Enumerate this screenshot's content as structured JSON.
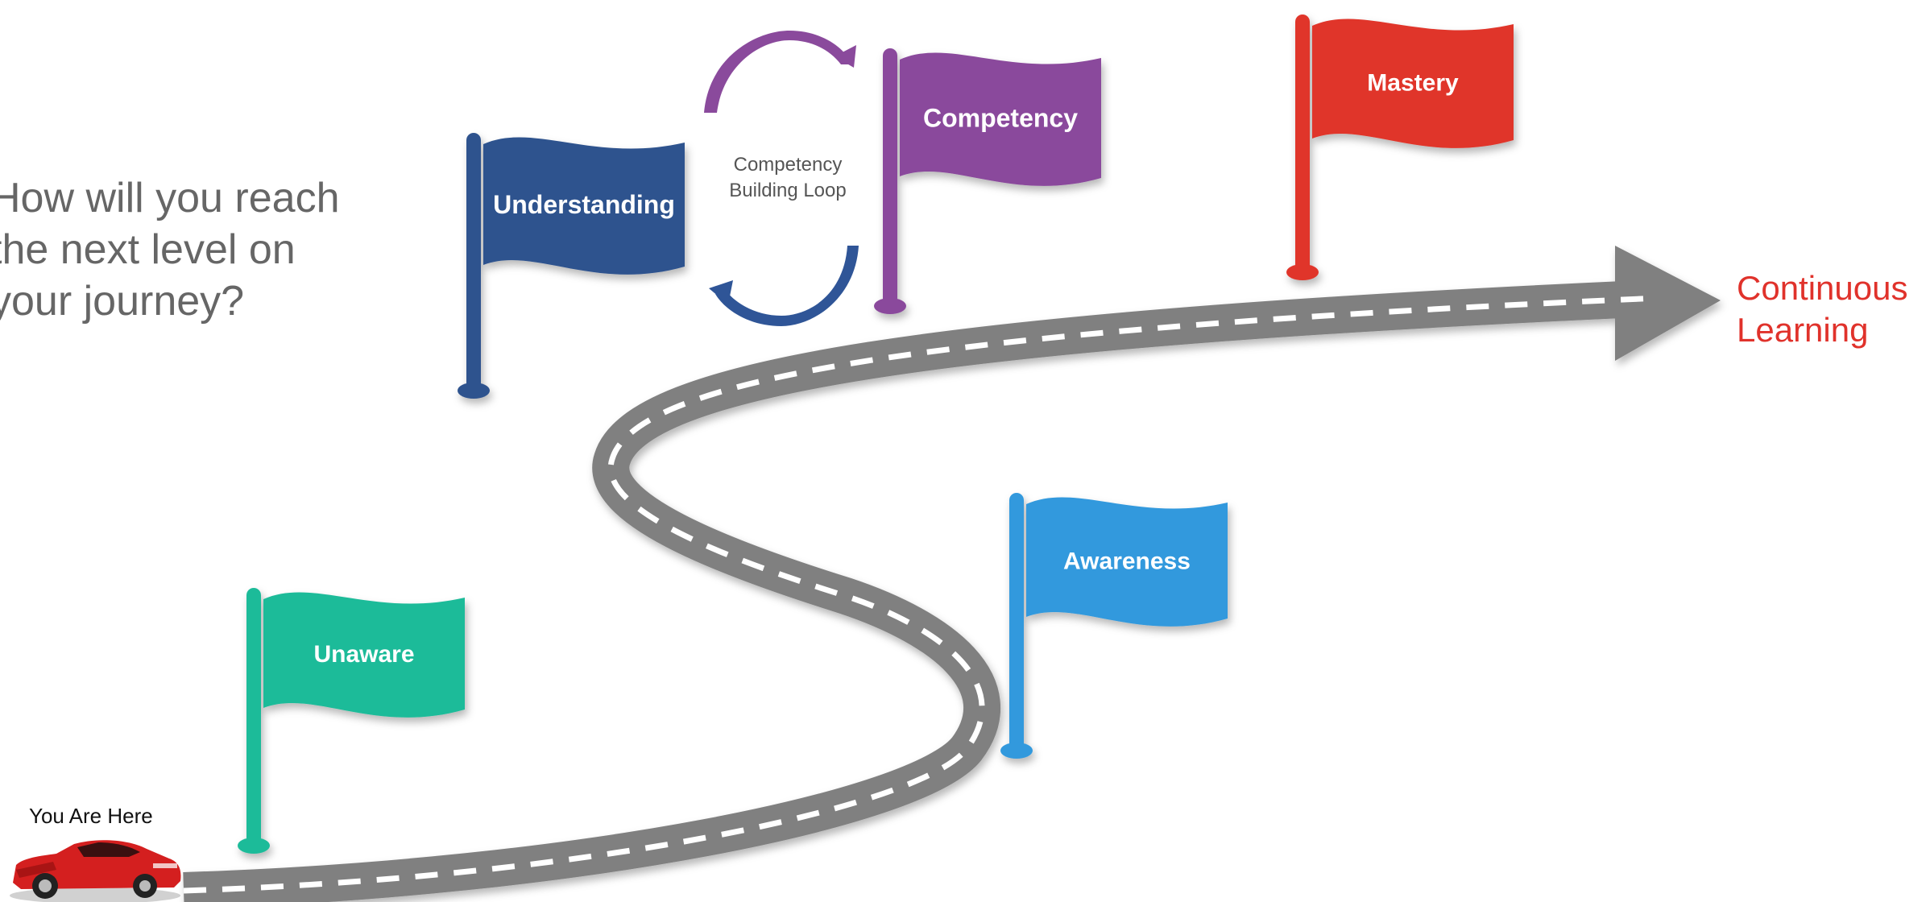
{
  "question": "How will you reach\nthe next level on\nyour journey?",
  "marker": {
    "label": "You Are Here"
  },
  "destination": {
    "label": "Continuous\nLearning",
    "color": "#e0322b"
  },
  "loop": {
    "label": "Competency\nBuilding Loop",
    "arrow_top_color": "#8a4a9c",
    "arrow_bottom_color": "#2f5597"
  },
  "road": {
    "color": "#808080",
    "dash_color": "#ffffff"
  },
  "flags": [
    {
      "id": "unaware",
      "label": "Unaware",
      "color": "#1fbb99"
    },
    {
      "id": "understanding",
      "label": "Understanding",
      "color": "#2f538e"
    },
    {
      "id": "competency",
      "label": "Competency",
      "color": "#8a4a9c"
    },
    {
      "id": "mastery",
      "label": "Mastery",
      "color": "#e0352a"
    },
    {
      "id": "awareness",
      "label": "Awareness",
      "color": "#3399dd"
    }
  ],
  "car": {
    "icon": "red-sports-car-icon",
    "body_color": "#d41f1f"
  }
}
